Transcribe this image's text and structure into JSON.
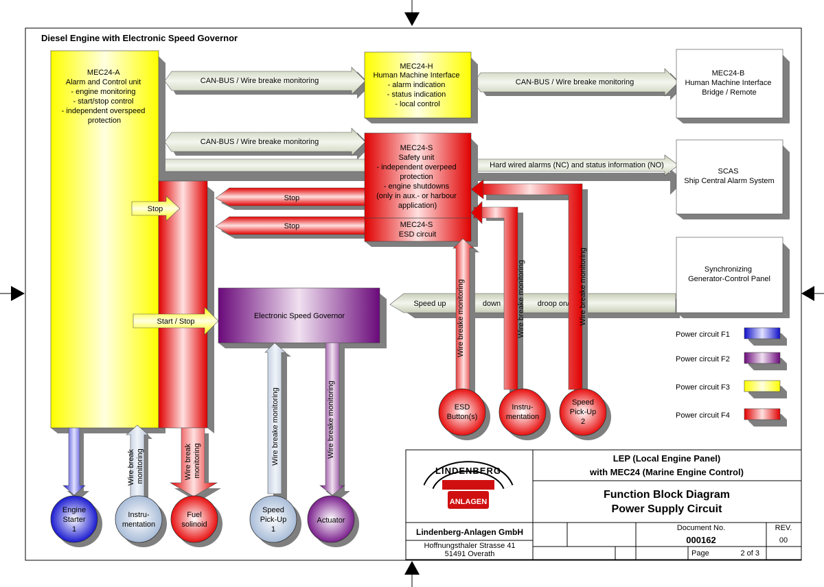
{
  "title": "Diesel Engine with Electronic Speed Governor",
  "colors": {
    "f1_blue": "#2a2ad6",
    "f2_purple": "#7a1f8c",
    "f3_yellow": "#ffff1a",
    "f4_red": "#e81919",
    "grey_arrow": "#d4d9c8"
  },
  "blocks": {
    "mec24a": [
      "MEC24-A",
      "Alarm and Control unit",
      "- engine monitoring",
      "- start/stop control",
      "- independent overspeed",
      "protection"
    ],
    "mec24h": [
      "MEC24-H",
      "Human Machine Interface",
      "- alarm indication",
      "- status indication",
      "- local control"
    ],
    "mec24b": [
      "MEC24-B",
      "Human Machine Interface",
      "Bridge / Remote"
    ],
    "mec24s": [
      "MEC24-S",
      "Safety unit",
      "- independent overpeed",
      "protection",
      "- engine shutdowns",
      "(only in aux.- or harbour",
      "application)"
    ],
    "esd_circuit": [
      "MEC24-S",
      "ESD circuit"
    ],
    "scas": [
      "SCAS",
      "Ship Central Alarm System"
    ],
    "sync": [
      "Synchronizing",
      "Generator-Control Panel"
    ],
    "governor": "Electronic Speed Governor"
  },
  "arrows": {
    "canbus_1": "CAN-BUS / Wire breake monitoring",
    "canbus_2": "CAN-BUS / Wire breake monitoring",
    "canbus_3": "CAN-BUS / Wire breake monitoring",
    "hardwired": "Hard wired alarms (NC) and status information (NO)",
    "stop_1": "Stop",
    "stop_2": "Stop",
    "stop_left": "Stop",
    "start_stop": "Start / Stop",
    "speed_up": "Speed up",
    "down": "down",
    "droop": "droop on/off",
    "wbm_1": "Wire breake monitoring",
    "wbm_2": "Wire breake monitoring",
    "wbm_3": "Wire breake monitoring",
    "wbm_4": "Wire breake monitoring",
    "wbm_5": "Wire breake monitoring",
    "wb_instr": [
      "Wire break",
      "monitoring"
    ],
    "wb_fuel": [
      "Wire break",
      "monitoring"
    ]
  },
  "circles": {
    "engine_starter": [
      "Engine",
      "Starter",
      "1"
    ],
    "instrumentation_1": [
      "Instru-",
      "mentation"
    ],
    "fuel": [
      "Fuel",
      "solinoid"
    ],
    "speed_pickup_1": [
      "Speed",
      "Pick-Up",
      "1"
    ],
    "actuator": [
      "Actuator"
    ],
    "esd_button": [
      "ESD",
      "Button(s)"
    ],
    "instrumentation_2": [
      "Instru-",
      "mentation"
    ],
    "speed_pickup_2": [
      "Speed",
      "Pick-Up",
      "2"
    ]
  },
  "legend": [
    {
      "label": "Power circuit F1",
      "color": "#2a2ad6"
    },
    {
      "label": "Power circuit F2",
      "color": "#7a1f8c"
    },
    {
      "label": "Power circuit F3",
      "color": "#ffff1a"
    },
    {
      "label": "Power circuit F4",
      "color": "#e81919"
    }
  ],
  "title_block": {
    "logo_top": "LINDENBERG",
    "logo_bottom": "ANLAGEN",
    "project_line1": "LEP (Local Engine Panel)",
    "project_line2": "with MEC24 (Marine Engine Control)",
    "doc_title1": "Function Block Diagram",
    "doc_title2": "Power Supply Circuit",
    "company": "Lindenberg-Anlagen GmbH",
    "address1": "Hoffnungsthaler Strasse 41",
    "address2": "51491 Overath",
    "doc_no_label": "Document No.",
    "doc_no": "000162",
    "rev_label": "REV.",
    "rev": "00",
    "page_label": "Page",
    "page": "2 of 3"
  }
}
